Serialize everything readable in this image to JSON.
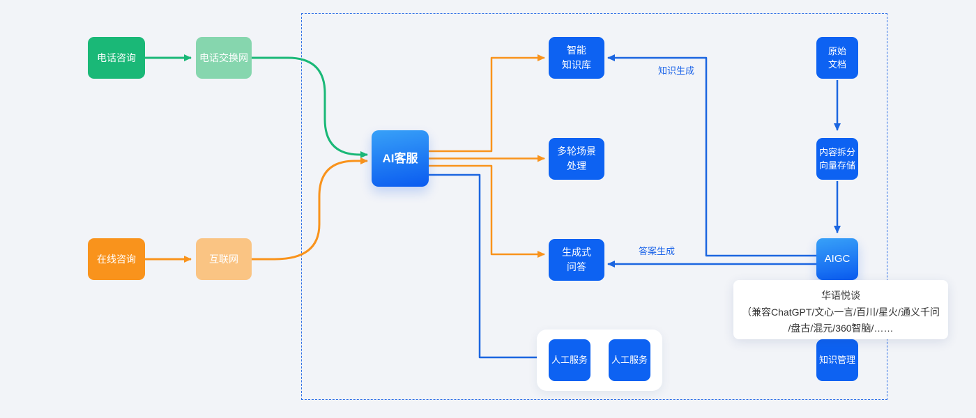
{
  "diagram": {
    "nodes": {
      "phone_consult": {
        "label": "电话咨询"
      },
      "phone_switch": {
        "label": "电话交换网"
      },
      "online_consult": {
        "label": "在线咨询"
      },
      "internet": {
        "label": "互联网"
      },
      "ai_agent": {
        "label": "AI客服"
      },
      "smart_kb": {
        "label": "智能\n知识库"
      },
      "multi_turn": {
        "label": "多轮场景\n处理"
      },
      "generative_qa": {
        "label": "生成式\n问答"
      },
      "human_service_1": {
        "label": "人工服务"
      },
      "human_service_2": {
        "label": "人工服务"
      },
      "raw_docs": {
        "label": "原始\n文档"
      },
      "content_split": {
        "label": "内容拆分\n向量存储"
      },
      "aigc": {
        "label": "AIGC"
      },
      "knowledge_mgmt": {
        "label": "知识管理"
      }
    },
    "edge_labels": {
      "knowledge_generation": "知识生成",
      "answer_generation": "答案生成"
    },
    "tooltip": {
      "title": "华语悦谈",
      "line1": "（兼容ChatGPT/文心一言/百川/星火/通义千问",
      "line2": "/盘古/混元/360智脑/……"
    },
    "colors": {
      "green": "#1ab877",
      "green_light": "#86d6ae",
      "orange": "#f9931c",
      "orange_light": "#fac483",
      "blue_box": "#0d62f2",
      "blue_line": "#1c66e0",
      "gradient_top": "#38a1f8",
      "gradient_bottom": "#0c5ef0",
      "dashed_border": "#2e6fe6",
      "background": "#f2f4f8"
    }
  }
}
